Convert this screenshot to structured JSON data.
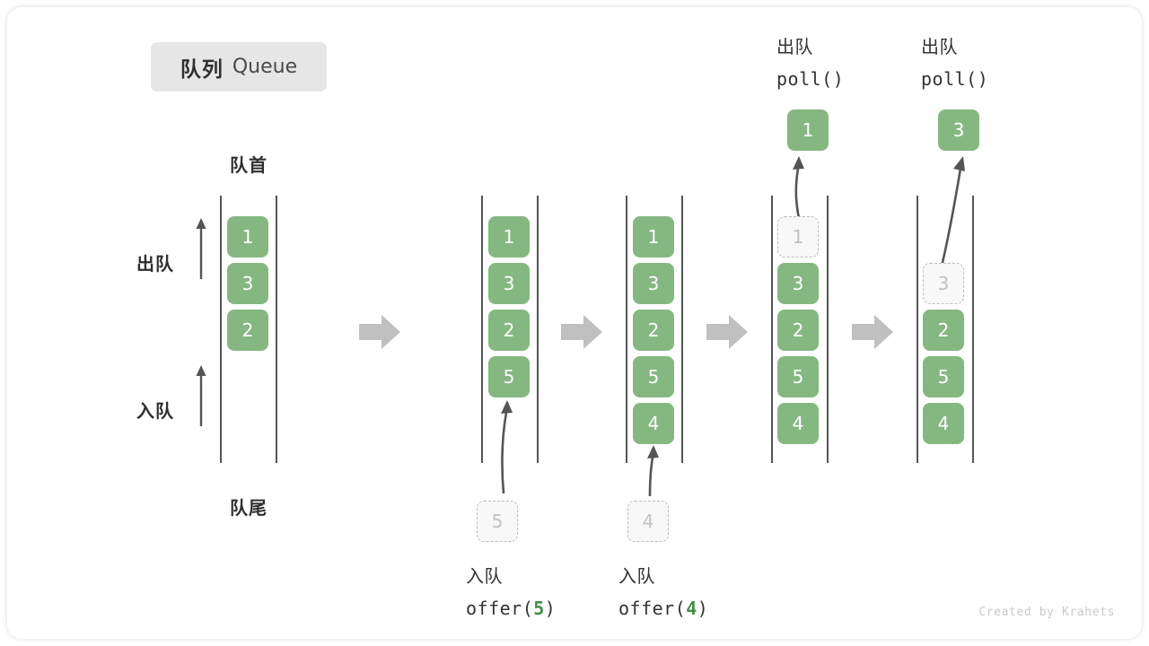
{
  "title": {
    "cn": "队列",
    "en": "Queue"
  },
  "labels": {
    "head": "队首",
    "tail": "队尾",
    "dequeue": "出队",
    "enqueue": "入队"
  },
  "colors": {
    "cell_fill": "#85b881",
    "cell_text": "#ffffff",
    "ghost_border": "#bdbdbd",
    "ghost_text": "#c2c2c2",
    "rail": "#555555",
    "step_arrow": "#c0c0c0",
    "accent_number": "#3f9142",
    "badge_bg": "#e6e6e6"
  },
  "columns": [
    {
      "id": "initial",
      "cells": [
        {
          "value": "1",
          "state": "filled"
        },
        {
          "value": "3",
          "state": "filled"
        },
        {
          "value": "2",
          "state": "filled"
        }
      ]
    },
    {
      "id": "after-offer-5",
      "cells": [
        {
          "value": "1",
          "state": "filled"
        },
        {
          "value": "3",
          "state": "filled"
        },
        {
          "value": "2",
          "state": "filled"
        },
        {
          "value": "5",
          "state": "filled"
        }
      ],
      "incoming": {
        "value": "5"
      },
      "caption": {
        "cn": "入队",
        "code_prefix": "offer(",
        "code_number": "5",
        "code_suffix": ")"
      }
    },
    {
      "id": "after-offer-4",
      "cells": [
        {
          "value": "1",
          "state": "filled"
        },
        {
          "value": "3",
          "state": "filled"
        },
        {
          "value": "2",
          "state": "filled"
        },
        {
          "value": "5",
          "state": "filled"
        },
        {
          "value": "4",
          "state": "filled"
        }
      ],
      "incoming": {
        "value": "4"
      },
      "caption": {
        "cn": "入队",
        "code_prefix": "offer(",
        "code_number": "4",
        "code_suffix": ")"
      }
    },
    {
      "id": "after-poll-1",
      "cells": [
        {
          "value": "1",
          "state": "ghost"
        },
        {
          "value": "3",
          "state": "filled"
        },
        {
          "value": "2",
          "state": "filled"
        },
        {
          "value": "5",
          "state": "filled"
        },
        {
          "value": "4",
          "state": "filled"
        }
      ],
      "outgoing": {
        "value": "1"
      },
      "caption": {
        "cn": "出队",
        "code": "poll()"
      }
    },
    {
      "id": "after-poll-3",
      "cells": [
        {
          "value": "",
          "state": "empty"
        },
        {
          "value": "3",
          "state": "ghost"
        },
        {
          "value": "2",
          "state": "filled"
        },
        {
          "value": "5",
          "state": "filled"
        },
        {
          "value": "4",
          "state": "filled"
        }
      ],
      "outgoing": {
        "value": "3"
      },
      "caption": {
        "cn": "出队",
        "code": "poll()"
      }
    }
  ],
  "credit": "Created by Krahets"
}
